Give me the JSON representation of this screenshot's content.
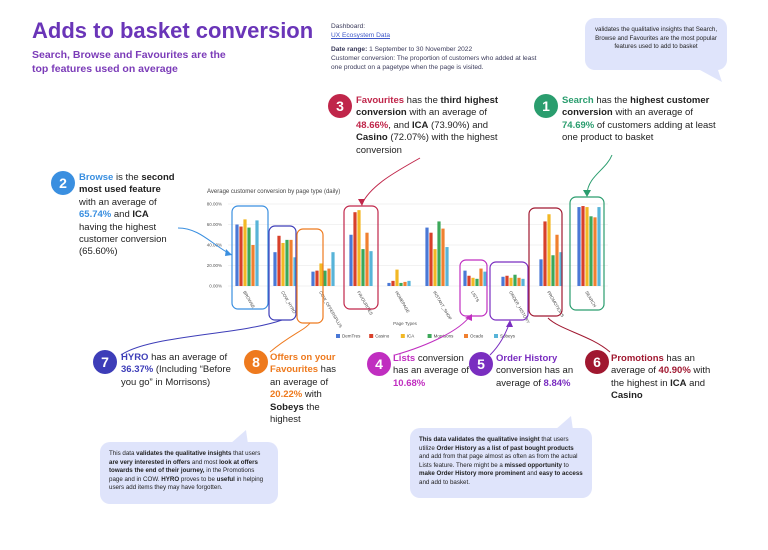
{
  "header": {
    "title": "Adds to basket conversion",
    "subtitle": "Search, Browse and Favourites are the top features used on average"
  },
  "meta": {
    "dashboard_label": "Dashboard:",
    "dashboard_link": "UX Ecosystem Data",
    "date_range_label": "Date range:",
    "date_range_value": " 1 September to 30 November 2022",
    "conversion_def": "Customer conversion: The proportion of customers who added at least one product on a  pagetype when the page is visited."
  },
  "bubbles": {
    "top": "validates the qualitative insights that Search, Browse and Favourites are the most popular features used to add to basket",
    "left_pre": "This data ",
    "left_b1": "validates the qualitative insights",
    "left_m1": " that users ",
    "left_b2": "are very interested in offers",
    "left_m2": " and most ",
    "left_b3": "look at offers towards the end of their journey,",
    "left_m3": " in the Promotions page and in COW. ",
    "left_b4": "HYRO",
    "left_m4": " proves to be ",
    "left_b5": "useful",
    "left_m5": " in helping users add items they may have forgotten.",
    "right_b1": "This data validates the qualitative insight",
    "right_m1": " that users utilize ",
    "right_b2": "Order History as a list of past bought products",
    "right_m2": " and add from that page almost as often as from the actual Lists feature. There might be a ",
    "right_b3": "missed opportunity",
    "right_m3": " to ",
    "right_b4": "make Order History more prominent",
    "right_m4": " and ",
    "right_b5": "easy to access",
    "right_m5": " and add to basket."
  },
  "annotations": {
    "a1": {
      "num": "1",
      "color": "#2a9d6e",
      "name": "Search",
      "t1": " has the ",
      "b1": "highest customer conversion",
      "t2": " with an average of ",
      "val": "74.69%",
      "t3": " of customers adding at least one product to basket"
    },
    "a2": {
      "num": "2",
      "color": "#3a8fe0",
      "name": "Browse",
      "t1": " is the ",
      "b1": "second most used feature",
      "t2": " with an average of ",
      "val": "65.74%",
      "t3": " and ",
      "b2": "ICA",
      "t4": " having the highest customer conversion (65.60%)"
    },
    "a3": {
      "num": "3",
      "color": "#c0264a",
      "name": "Favourites",
      "t1": " has the ",
      "b1": "third highest conversion",
      "t2": " with an average of ",
      "val": "48.66%",
      "t3": ", and ",
      "b2": "ICA",
      "t4": " (73.90%) and ",
      "b3": "Casino",
      "t5": " (72.07%) with the highest conversion"
    },
    "a4": {
      "num": "4",
      "color": "#c02ec0",
      "name": "Lists",
      "t1": " conversion has an average of ",
      "val": "10.68%"
    },
    "a5": {
      "num": "5",
      "color": "#7a2ec0",
      "name": "Order History",
      "t1": " conversion has an average of ",
      "val": "8.84%"
    },
    "a6": {
      "num": "6",
      "color": "#a01830",
      "name": "Promotions",
      "t1": " has an average of ",
      "val": "40.90%",
      "t2": " with the highest in ",
      "b1": "ICA",
      "t3": " and ",
      "b2": "Casino"
    },
    "a7": {
      "num": "7",
      "color": "#3d3db8",
      "name": "HYRO",
      "t1": " has an average of ",
      "val": "36.37%",
      "t2": " (Including “Before you go” in Morrisons)"
    },
    "a8": {
      "num": "8",
      "color": "#ee7a1e",
      "name": "Offers on your Favourites",
      "t1": " has an average of ",
      "val": "20.22%",
      "t2": " with ",
      "b1": "Sobeys",
      "t3": " the highest"
    }
  },
  "chart_data": {
    "type": "bar",
    "title": "Average customer conversion by page type (daily)",
    "xlabel": "Page Types",
    "ylabel": "",
    "ylim": [
      0,
      80
    ],
    "y_ticks": [
      "0.00%",
      "20.00%",
      "40.00%",
      "60.00%",
      "80.00%"
    ],
    "categories": [
      "BROWSE",
      "COW_HYRO",
      "COW_OFFERSPLUS",
      "FAVOURITES",
      "HOMEPAGE",
      "INSTANT_SHOP",
      "LISTS",
      "ORDER_HISTORY",
      "PROMOTIONS",
      "SEARCH"
    ],
    "series": [
      {
        "name": "DemTres",
        "color": "#4a78d6",
        "values": [
          60,
          33,
          14,
          50,
          3,
          57,
          15,
          9,
          26,
          77
        ]
      },
      {
        "name": "Casino",
        "color": "#d8402a",
        "values": [
          58,
          49,
          15,
          72,
          5,
          52,
          10,
          10,
          63,
          78
        ]
      },
      {
        "name": "ICA",
        "color": "#f2b824",
        "values": [
          65,
          42,
          22,
          74,
          16,
          36,
          8,
          8,
          70,
          77
        ]
      },
      {
        "name": "Morrisons",
        "color": "#3ca859",
        "values": [
          57,
          45,
          15,
          36,
          3,
          63,
          7,
          11,
          30,
          68
        ]
      },
      {
        "name": "Ocado",
        "color": "#f08030",
        "values": [
          40,
          45,
          17,
          52,
          4,
          56,
          17,
          8,
          50,
          67
        ]
      },
      {
        "name": "Sobeys",
        "color": "#58b4d8",
        "values": [
          64,
          28,
          33,
          34,
          5,
          38,
          14,
          7,
          33,
          77
        ]
      }
    ],
    "legend_position": "bottom-right",
    "grid": true
  }
}
